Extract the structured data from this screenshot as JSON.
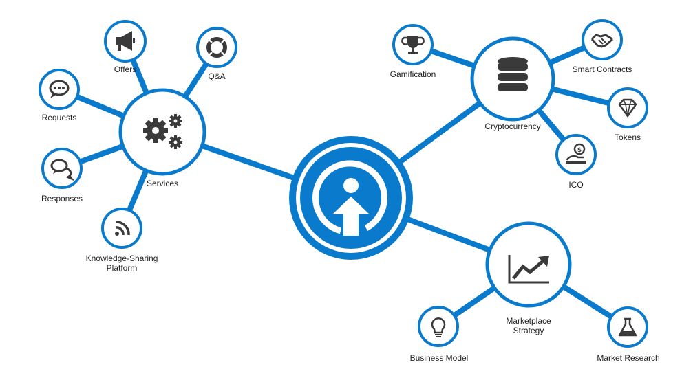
{
  "diagram": {
    "center": {
      "icon": "person-arrow-up-icon"
    },
    "hubs": {
      "services": {
        "label": "Services",
        "icon": "gears-icon"
      },
      "cryptocurrency": {
        "label": "Cryptocurrency",
        "icon": "database-icon"
      },
      "marketplace": {
        "label_line1": "Marketplace",
        "label_line2": "Strategy",
        "icon": "chart-up-icon"
      }
    },
    "leaves": {
      "offers": {
        "label": "Offers",
        "icon": "megaphone-icon"
      },
      "qa": {
        "label": "Q&A",
        "icon": "lifebuoy-icon"
      },
      "requests": {
        "label": "Requests",
        "icon": "chat-bubble-icon"
      },
      "responses": {
        "label": "Responses",
        "icon": "chat-bubbles-icon"
      },
      "knowledge": {
        "label_line1": "Knowledge-Sharing",
        "label_line2": "Platform",
        "icon": "rss-icon"
      },
      "gamification": {
        "label": "Gamification",
        "icon": "trophy-icon"
      },
      "smart_contracts": {
        "label": "Smart Contracts",
        "icon": "handshake-icon"
      },
      "tokens": {
        "label": "Tokens",
        "icon": "diamond-icon"
      },
      "ico": {
        "label": "ICO",
        "icon": "coin-icon"
      },
      "business_model": {
        "label": "Business Model",
        "icon": "lightbulb-icon"
      },
      "market_research": {
        "label": "Market Research",
        "icon": "flask-icon"
      }
    },
    "colors": {
      "accent": "#0a7acd",
      "icon": "#3a3a3a",
      "background": "#ffffff"
    }
  }
}
